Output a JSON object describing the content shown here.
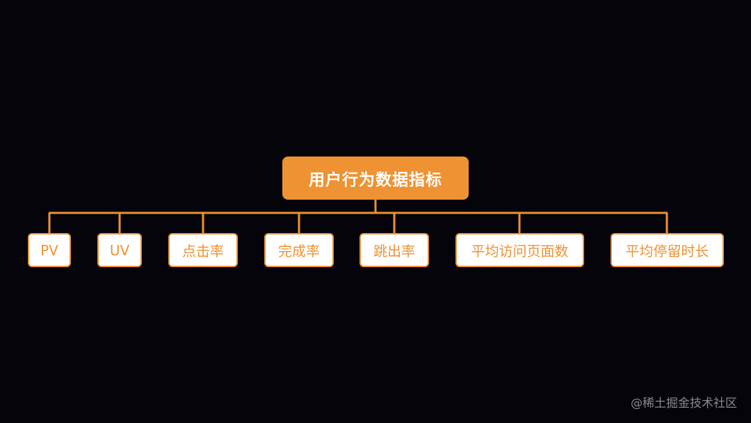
{
  "root": {
    "label": "用户行为数据指标"
  },
  "children": [
    {
      "label": "PV"
    },
    {
      "label": "UV"
    },
    {
      "label": "点击率"
    },
    {
      "label": "完成率"
    },
    {
      "label": "跳出率"
    },
    {
      "label": "平均访问页面数"
    },
    {
      "label": "平均停留时长"
    }
  ],
  "watermark": "@稀土掘金技术社区",
  "colors": {
    "background": "#05040b",
    "accent": "#ee9233",
    "node_fill": "#ffffff",
    "watermark": "#8a8a8a"
  }
}
